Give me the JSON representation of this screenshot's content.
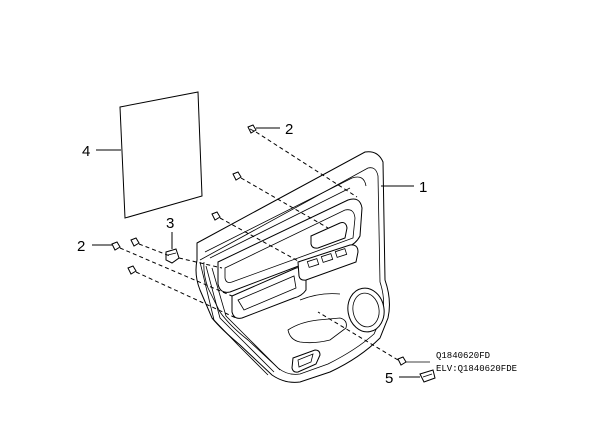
{
  "callouts": {
    "door_trim_panel": "1",
    "clip_upper": "2",
    "clip_left": "2",
    "retainer": "3",
    "water_shield": "4",
    "bracket": "5"
  },
  "part_codes": {
    "code_1": "Q1840620FD",
    "code_2": "ELV:Q1840620FDE"
  },
  "colors": {
    "line": "#000000",
    "background": "#ffffff"
  }
}
